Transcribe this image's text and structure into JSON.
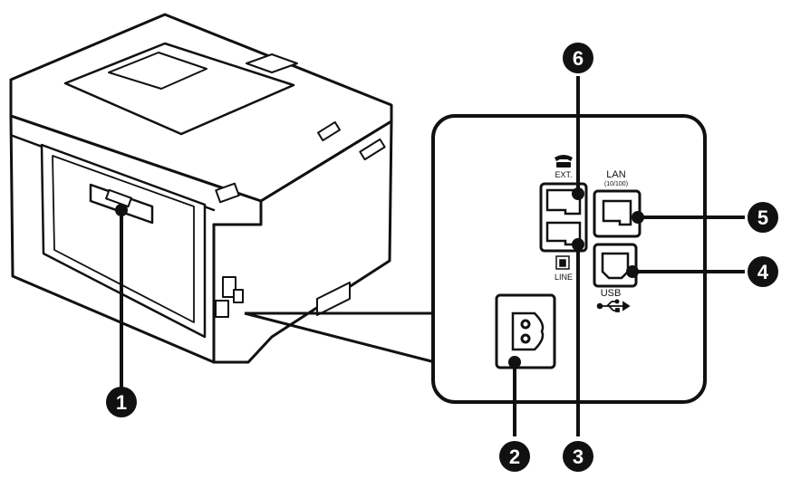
{
  "ports": {
    "ext_label": "EXT.",
    "line_label": "LINE",
    "lan_label": "LAN",
    "lan_speed": "(10/100)",
    "usb_label": "USB"
  },
  "callouts": [
    {
      "id": "1",
      "number": "1",
      "target": "rear-cover"
    },
    {
      "id": "2",
      "number": "2",
      "target": "ac-inlet"
    },
    {
      "id": "3",
      "number": "3",
      "target": "line-port"
    },
    {
      "id": "4",
      "number": "4",
      "target": "usb-port"
    },
    {
      "id": "5",
      "number": "5",
      "target": "lan-port"
    },
    {
      "id": "6",
      "number": "6",
      "target": "ext-port"
    }
  ],
  "icons": [
    "telephone-icon",
    "line-jack-icon",
    "usb-icon"
  ],
  "colors": {
    "line": "#111111",
    "fill": "#ffffff",
    "callout": "#111111"
  }
}
